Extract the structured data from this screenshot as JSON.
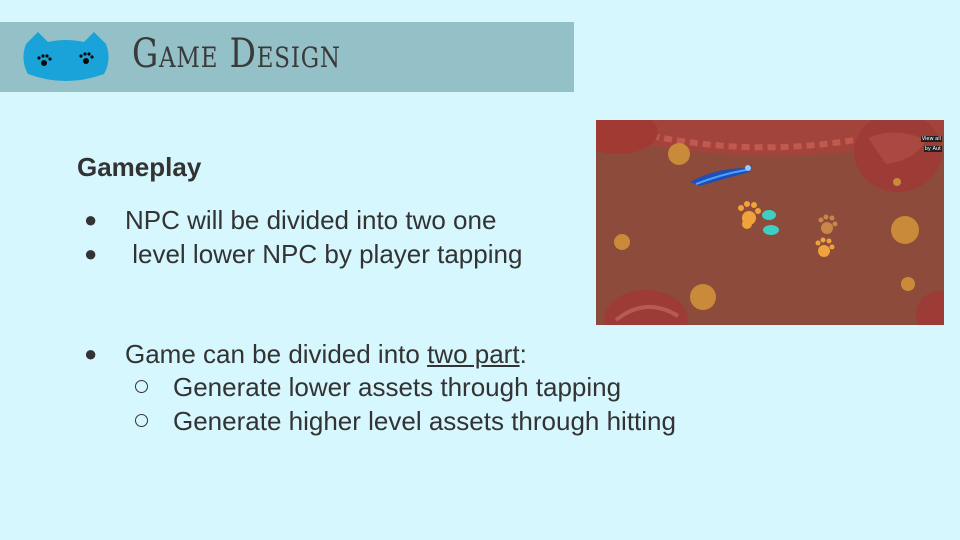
{
  "header": {
    "title": "Game Design",
    "logo_icon": "cat-head-paw-logo"
  },
  "content": {
    "heading": "Gameplay",
    "gameplay_bullets": [
      "NPC will be divided into two one",
      " level lower NPC by player tapping"
    ],
    "game_bullet": {
      "prefix": "Game can be divided into ",
      "link": "two part",
      "suffix": ":",
      "subitems": [
        "Generate lower assets through tapping",
        "Generate higher level assets through hitting"
      ]
    }
  },
  "screenshot": {
    "description_icon": "gameplay-screenshot",
    "corner_label_1": "View all",
    "corner_label_2": "by Aut"
  },
  "colors": {
    "background": "#d6f7fd",
    "header_bar": "#94c0c8",
    "logo": "#1aa3d9",
    "game_bg": "#8a4a3a"
  }
}
